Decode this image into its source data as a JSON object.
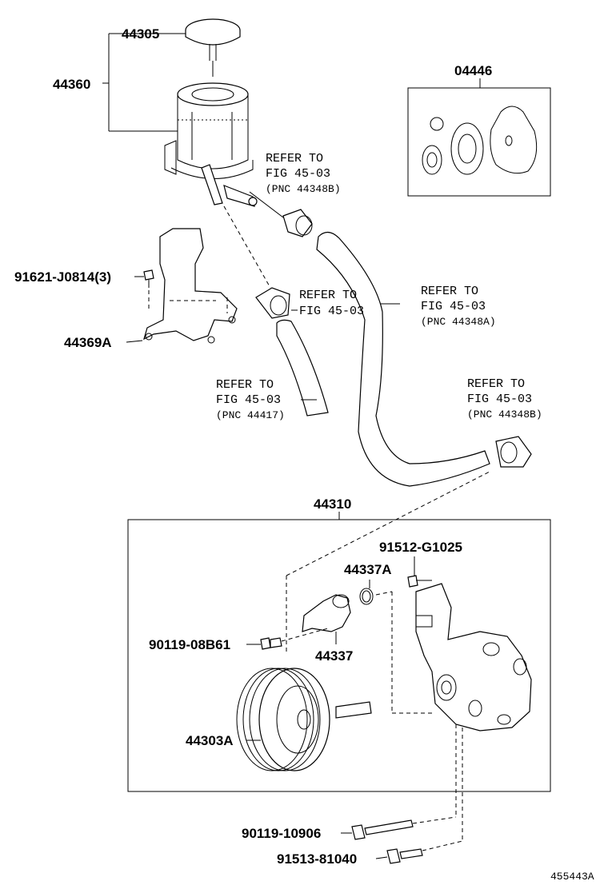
{
  "parts": {
    "p44305": "44305",
    "p44360": "44360",
    "p04446": "04446",
    "p91621": "91621-J0814(3)",
    "p44369A": "44369A",
    "p44310": "44310",
    "p91512": "91512-G1025",
    "p44337A": "44337A",
    "p90119a": "90119-08B61",
    "p44337": "44337",
    "p44303A": "44303A",
    "p90119b": "90119-10906",
    "p91513": "91513-81040"
  },
  "refs": {
    "r1": {
      "l1": "REFER TO",
      "l2": "FIG 45-03",
      "l3": "(PNC 44348B)"
    },
    "r2": {
      "l1": "REFER TO",
      "l2": "FIG 45-03"
    },
    "r3": {
      "l1": "REFER TO",
      "l2": "FIG 45-03",
      "l3": "(PNC 44348A)"
    },
    "r4": {
      "l1": "REFER TO",
      "l2": "FIG 45-03",
      "l3": "(PNC 44417)"
    },
    "r5": {
      "l1": "REFER TO",
      "l2": "FIG 45-03",
      "l3": "(PNC 44348B)"
    }
  },
  "diagram_id": "455443A"
}
